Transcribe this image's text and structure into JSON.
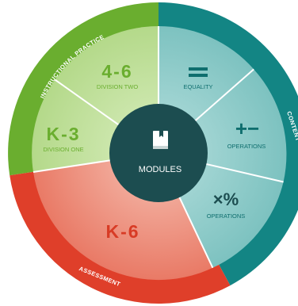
{
  "center": {
    "title": "MODULES",
    "icon": "book-icon"
  },
  "outer_ring": {
    "instructional": "INSTRUCTIONAL PRACTICE",
    "content": "CONTENT",
    "assessment": "ASSESSMENT"
  },
  "segments": {
    "division_two": {
      "grade": "4-6",
      "label": "DIVISION TWO"
    },
    "division_one": {
      "grade": "K-3",
      "label": "DIVISION ONE"
    },
    "equality": {
      "symbol": "=",
      "label": "EQUALITY",
      "icon": "equals-icon"
    },
    "operations_add": {
      "symbol": "+−",
      "label": "OPERATIONS",
      "icon": "plus-minus-icon"
    },
    "operations_mult": {
      "symbol": "×%",
      "label": "OPERATIONS",
      "icon": "times-percent-icon"
    },
    "assessment": {
      "grade": "K-6"
    }
  },
  "colors": {
    "green_ring": "#6aae2f",
    "green_light": "#c2e09c",
    "teal_ring": "#138584",
    "teal_light": "#8ccbc9",
    "red_ring": "#df3f2a",
    "red_light": "#ed8775",
    "center": "#1c4d50"
  }
}
